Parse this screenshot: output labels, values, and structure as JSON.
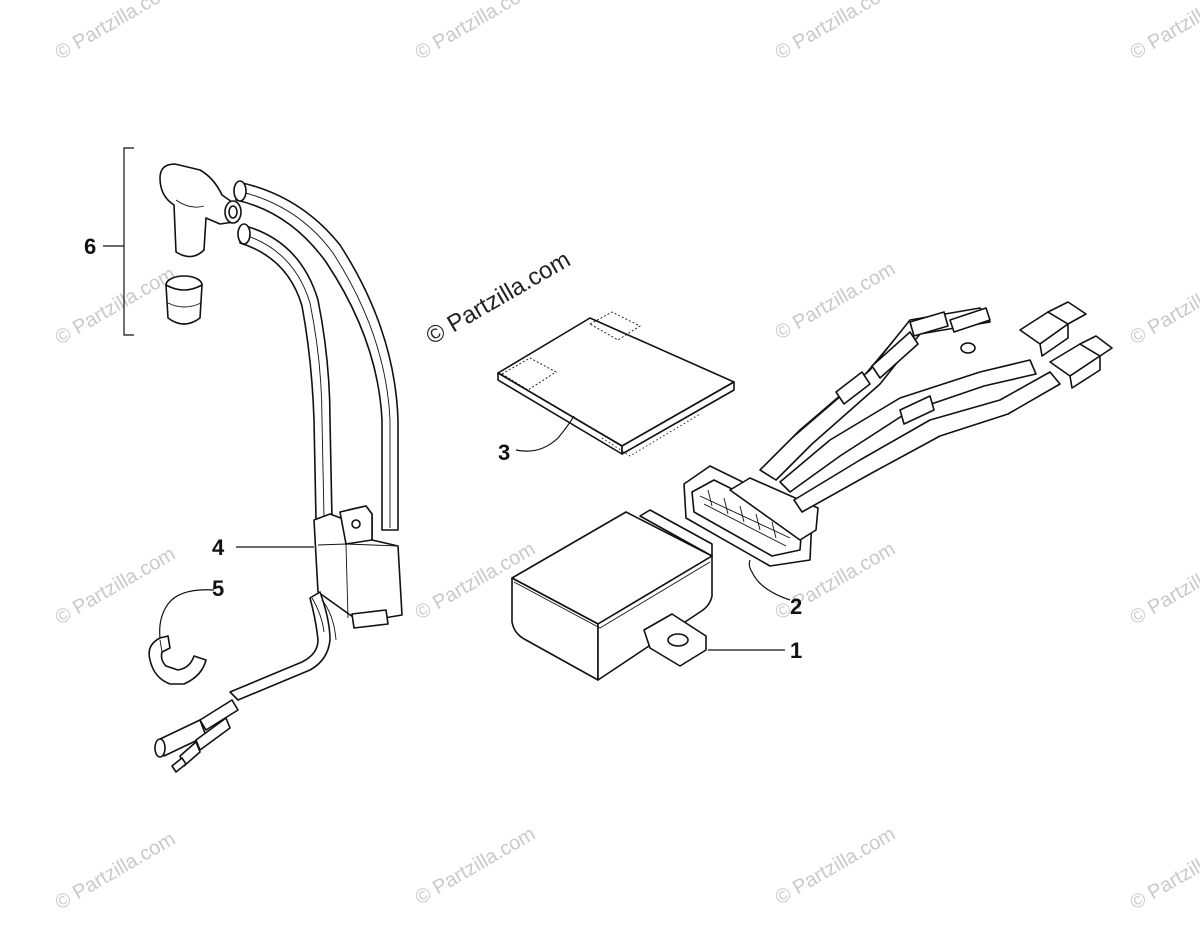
{
  "watermark": {
    "repeated_text": "© Partzilla.com",
    "main_text": "© Partzilla.com"
  },
  "callouts": {
    "c1": "1",
    "c2": "2",
    "c3": "3",
    "c4": "4",
    "c5": "5",
    "c6": "6"
  },
  "colors": {
    "line": "#111111",
    "watermark": "#c9c9c9",
    "background": "#ffffff"
  }
}
